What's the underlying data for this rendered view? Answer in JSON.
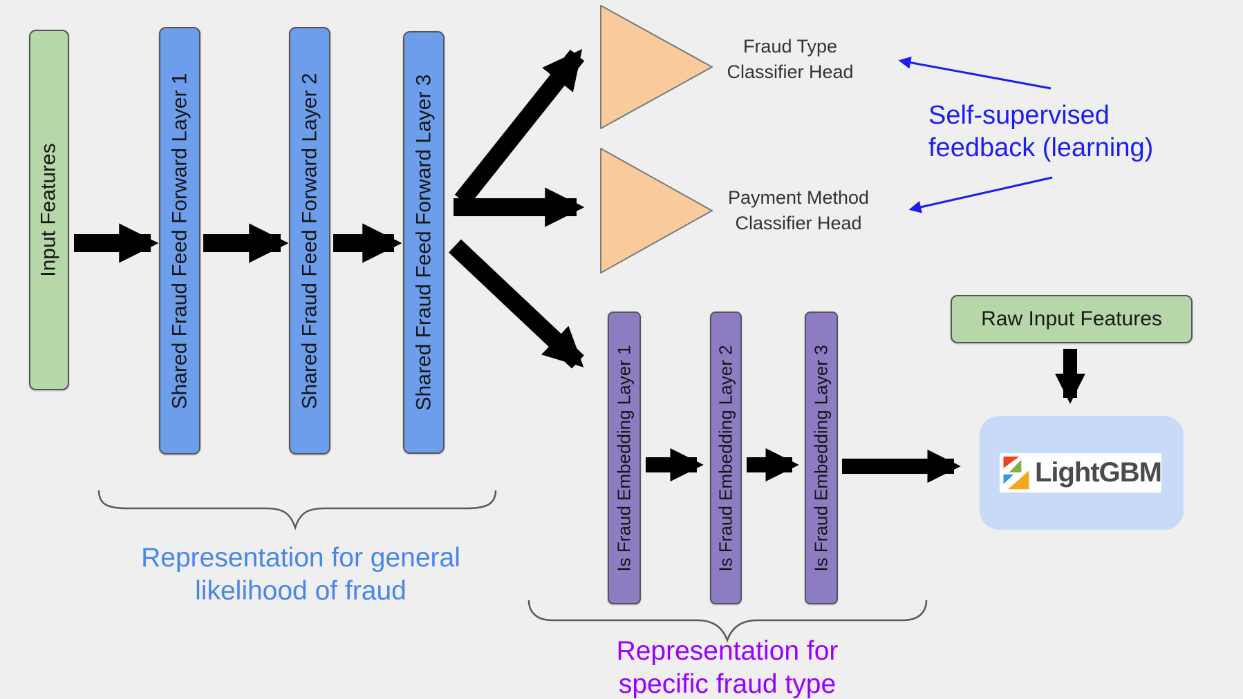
{
  "colors": {
    "background": "#efefef",
    "input_box_green": "#b6d7a8",
    "shared_layer_blue": "#6d9eeb",
    "embedding_layer_purple": "#8e7cc3",
    "classifier_triangle_orange": "#f9cb9c",
    "lightgbm_panel_blue": "#c9daf8",
    "arrow_black": "#000000",
    "feedback_blue": "#1d1df0",
    "caption_general_blue": "#4a86e8",
    "caption_specific_purple": "#9900ff",
    "brace_gray": "#595959",
    "lgbm_logo_red": "#ef4223",
    "lgbm_logo_green": "#7cb342",
    "lgbm_logo_blue": "#2f9bd8",
    "lgbm_logo_orange": "#f5a71b"
  },
  "nodes": {
    "input_features": {
      "label": "Input Features"
    },
    "shared_layers": [
      {
        "label": "Shared Fraud Feed Forward Layer 1"
      },
      {
        "label": "Shared Fraud Feed Forward Layer 2"
      },
      {
        "label": "Shared Fraud Feed Forward Layer 3"
      }
    ],
    "classifier_heads": [
      {
        "line1": "Fraud Type",
        "line2": "Classifier Head"
      },
      {
        "line1": "Payment Method",
        "line2": "Classifier Head"
      }
    ],
    "embedding_layers": [
      {
        "label": "Is Fraud Embedding Layer 1"
      },
      {
        "label": "Is Fraud Embedding Layer 2"
      },
      {
        "label": "Is Fraud Embedding Layer 3"
      }
    ],
    "raw_input_features": {
      "label": "Raw Input Features"
    },
    "lightgbm": {
      "label": "LightGBM"
    }
  },
  "annotations": {
    "self_supervised": {
      "line1": "Self-supervised",
      "line2": "feedback (learning)"
    },
    "caption_general": {
      "line1": "Representation for general",
      "line2": "likelihood of fraud"
    },
    "caption_specific": {
      "line1": "Representation for",
      "line2": "specific fraud type"
    }
  }
}
